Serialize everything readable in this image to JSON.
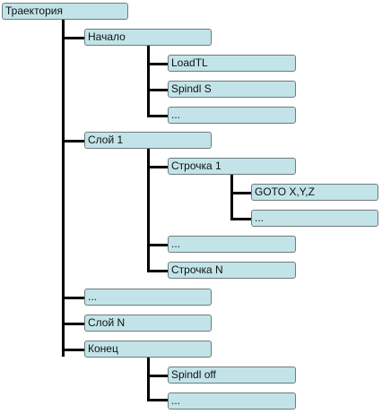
{
  "tree": {
    "root": "Траектория",
    "start": {
      "label": "Начало",
      "children": [
        "LoadTL",
        "Spindl S",
        "..."
      ]
    },
    "layer1": {
      "label": "Слой 1",
      "row1": {
        "label": "Строчка 1",
        "children": [
          "GOTO X,Y,Z",
          "..."
        ]
      },
      "ellipsis": "...",
      "rowN": "Строчка N"
    },
    "ellipsis": "...",
    "layerN": "Слой N",
    "end": {
      "label": "Конец",
      "children": [
        "Spindl off",
        "..."
      ]
    }
  },
  "colors": {
    "node_fill": "#c2e4e8",
    "node_border": "#6e7a7c",
    "connector": "#000000"
  }
}
